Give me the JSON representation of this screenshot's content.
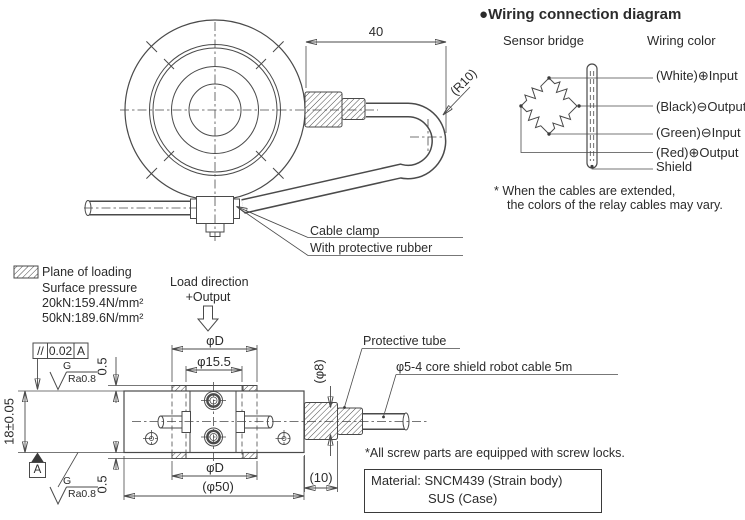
{
  "drawing": {
    "wiring": {
      "bullet": "●",
      "title": "Wiring connection diagram",
      "bridge_label": "Sensor bridge",
      "color_label": "Wiring color",
      "connections": [
        "(White)⊕Input",
        "(Black)⊖Output",
        "(Green)⊖Input",
        "(Red)⊕Output",
        "Shield"
      ],
      "note1": "* When the cables are extended,",
      "note2": "the colors of the relay cables may vary."
    },
    "front_view": {
      "dim_length": "40",
      "bend_radius": "(R10)",
      "clamp_label": "Cable clamp",
      "clamp_sub": "With protective rubber"
    },
    "legend": {
      "plane": "Plane of loading",
      "pressure": "Surface pressure",
      "p20": "20kN:159.4N/mm²",
      "p50": "50kN:189.6N/mm²"
    },
    "load": {
      "line1": "Load direction",
      "line2": "+Output"
    },
    "side_view": {
      "phiD_top": "φD",
      "phi155": "φ15.5",
      "phi8": "(φ8)",
      "d10": "(10)",
      "phiD_bottom": "φD",
      "phi50": "(φ50)",
      "d18": "18±0.05",
      "d05_top": "0.5",
      "d05_bottom": "0.5",
      "fcf_sym": "//",
      "fcf_val": "0.02",
      "fcf_ref": "A",
      "datum": "A",
      "g_top": "G",
      "ra_top": "Ra0.8",
      "g_bottom": "G",
      "ra_bottom": "Ra0.8",
      "tube_label": "Protective tube",
      "cable_label": "φ5-4 core shield robot cable 5m"
    },
    "notes": {
      "screws": "*All screw parts are equipped with screw locks."
    },
    "material": {
      "line1": "Material: SNCM439 (Strain body)",
      "line2": "SUS (Case)"
    }
  }
}
